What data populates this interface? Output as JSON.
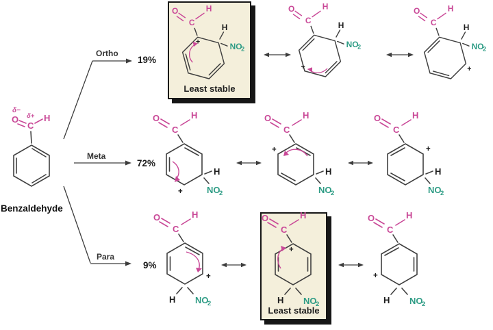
{
  "molecule": {
    "name": "Benzaldehyde",
    "delta_minus": "δ−",
    "delta_plus": "δ+"
  },
  "atoms": {
    "O": "O",
    "C": "C",
    "H": "H",
    "NO": "NO",
    "sub2": "2",
    "plus": "+"
  },
  "branches": {
    "ortho": {
      "label": "Ortho",
      "percent": "19%"
    },
    "meta": {
      "label": "Meta",
      "percent": "72%"
    },
    "para": {
      "label": "Para",
      "percent": "9%"
    }
  },
  "annotations": {
    "least_stable": "Least stable"
  },
  "colors": {
    "aldehyde_pink": "#c94897",
    "nitro_teal": "#2e9c85",
    "bond_gray": "#404040",
    "box_cream": "#f4efdb",
    "box_border": "#161616"
  }
}
